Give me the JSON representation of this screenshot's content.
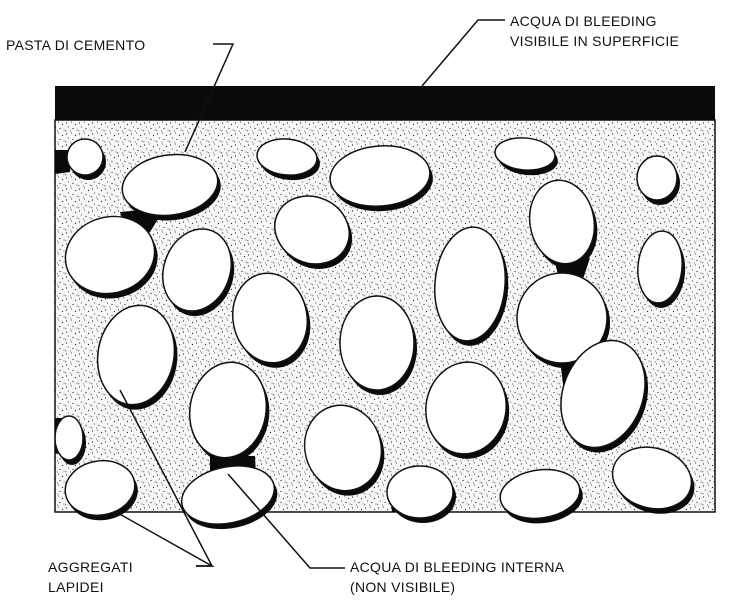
{
  "labels": {
    "cement_paste": "PASTA DI CEMENTO",
    "surface_water_line1": "ACQUA DI BLEEDING",
    "surface_water_line2": "VISIBILE IN SUPERFICIE",
    "aggregates_line1": "AGGREGATI",
    "aggregates_line2": "LAPIDEI",
    "internal_water_line1": "ACQUA DI BLEEDING INTERNA",
    "internal_water_line2": "(NON VISIBILE)"
  },
  "colors": {
    "ink": "#111111",
    "paste": "#f4f4f4",
    "aggregate": "#ffffff",
    "water": "#0a0a0a"
  }
}
